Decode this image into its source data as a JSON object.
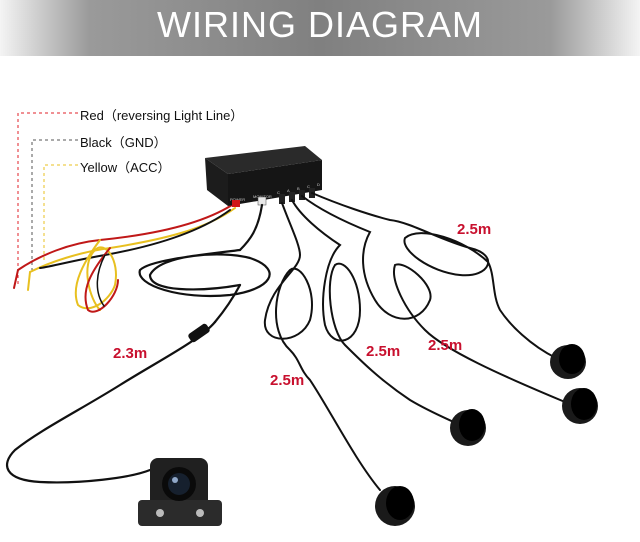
{
  "banner": {
    "title": "WIRING DIAGRAM"
  },
  "wire_labels": [
    {
      "text": "Red（reversing Light Line）",
      "color": "#e0202a"
    },
    {
      "text": "Black（GND）",
      "color": "#111111"
    },
    {
      "text": "Yellow（ACC）",
      "color": "#e8c020"
    }
  ],
  "control_box": {
    "port_labels": [
      "POWER",
      "MONITOR",
      "C",
      "A",
      "B",
      "C",
      "D"
    ]
  },
  "cable_lengths": {
    "camera": "2.3m",
    "sensor_1": "2.5m",
    "sensor_2": "2.5m",
    "sensor_3": "2.5m",
    "sensor_4": "2.5m"
  },
  "colors": {
    "length_text": "#c8102e",
    "cable": "#111111"
  }
}
